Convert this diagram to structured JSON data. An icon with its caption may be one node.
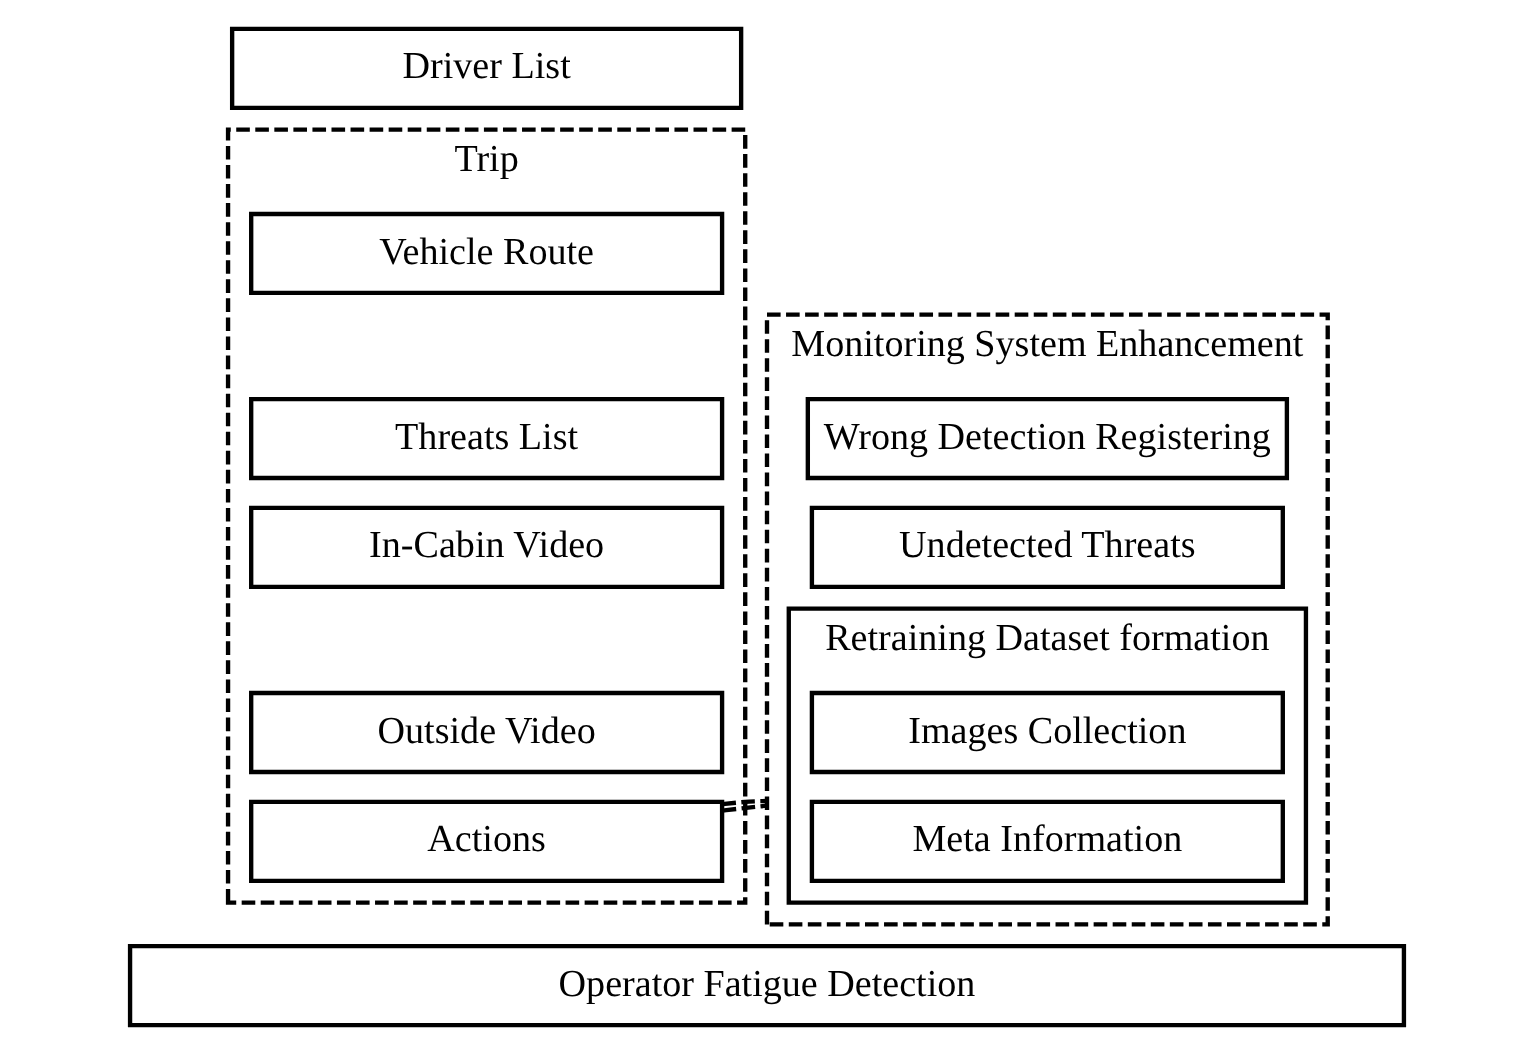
{
  "diagram": {
    "nodes": [
      {
        "text": [
          "Driver List"
        ]
      },
      {
        "text": [
          "Trip"
        ]
      },
      {
        "text": [
          "Vehicle Route"
        ],
        "in": 1
      },
      {
        "text": [
          "Threats List"
        ],
        "in": 1
      },
      {
        "text": [
          "In-Cabin Video"
        ],
        "in": 1
      },
      {
        "text": [
          "Outside Video"
        ],
        "in": 1
      },
      {
        "text": [
          "Actions"
        ],
        "in": 1
      },
      {
        "text": [
          "Monitoring System Enhancement"
        ]
      },
      {
        "text": [
          "Wrong Detection Registering"
        ],
        "in": 7
      },
      {
        "text": [
          "Undetected Threats"
        ],
        "in": 7
      },
      {
        "text": [
          "Retraining Dataset formation"
        ],
        "in": 7
      },
      {
        "text": [
          "Images Collection"
        ],
        "in": 10
      },
      {
        "text": [
          "Meta Information"
        ],
        "in": 10
      },
      {
        "text": [
          "Operator Fatigue Detection"
        ]
      }
    ],
    "edges": [
      {
        "from": 6,
        "to": 7,
        "arrow": "none",
        "style": "dashed"
      },
      {
        "from": 6,
        "to": 7,
        "arrow": "none",
        "style": "dashed"
      }
    ]
  }
}
